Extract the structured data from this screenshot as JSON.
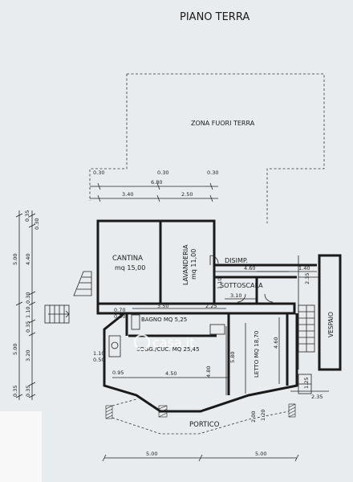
{
  "title": "PIANO TERRA",
  "zone_label": "ZONA FUORI TERRA",
  "rooms": {
    "cantina": {
      "name": "CANTINA",
      "area": "mq 15,00"
    },
    "lavanderia": {
      "name": "LAVANDERIA",
      "area": "mq 11,00"
    },
    "disimp": "DISIMP.",
    "sottoscala": "SOTTOSCALA",
    "bagno": "BAGNO MQ 5,25",
    "soggiorno": "SOGG./CUC. MQ 25,45",
    "letto": "LETTO MQ 18,70",
    "vespaio": "VESPAIO",
    "portico": "PORTICO"
  },
  "watermark": "casa.it",
  "dimensions": {
    "top_row1": [
      "0.30",
      "0.30",
      "0.30"
    ],
    "top_row2": "6.80",
    "top_row3": [
      "3.40",
      "2.50"
    ],
    "left": [
      "0.30",
      "0.35",
      "4.40",
      "5.00",
      "0.30",
      "1.10",
      "0.35",
      "3.20",
      "5.00",
      "0.35",
      "0.35"
    ],
    "interior": [
      "4.60",
      "1.40",
      "1.10",
      "2.35",
      "3.10",
      "0.70",
      "0.30",
      "3.50",
      "2.25",
      "1.10",
      "0.50",
      "0.95",
      "4.50",
      "4.80",
      "5.80",
      "4.60",
      "1.25",
      "2.35",
      "2.00",
      "1.20"
    ],
    "bottom": [
      "5.00",
      "5.00"
    ]
  }
}
